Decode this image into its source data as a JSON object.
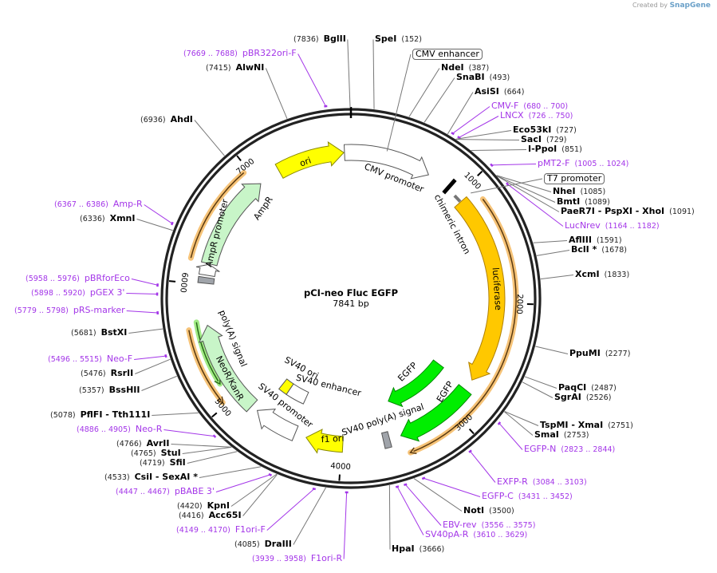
{
  "credit": {
    "prefix": "Created by",
    "brand": "SnapGene"
  },
  "plasmid": {
    "name": "pCI-neo Fluc EGFP",
    "length_label": "7841 bp",
    "length": 7841
  },
  "ticks": [
    "1000",
    "2000",
    "3000",
    "4000",
    "5000",
    "6000",
    "7000"
  ],
  "boxed_labels": [
    {
      "name": "CMV enhancer",
      "pos": 300
    },
    {
      "name": "T7 promoter",
      "pos": 1060
    }
  ],
  "labels": [
    {
      "name": "SpeI",
      "coord": "(152)",
      "pos": 152,
      "type": "enzyme"
    },
    {
      "name": "NdeI",
      "coord": "(387)",
      "pos": 387,
      "type": "enzyme"
    },
    {
      "name": "SnaBI",
      "coord": "(493)",
      "pos": 493,
      "type": "enzyme"
    },
    {
      "name": "AsiSI",
      "coord": "(664)",
      "pos": 664,
      "type": "enzyme"
    },
    {
      "name": "CMV-F",
      "coord": "(680 .. 700)",
      "pos": 690,
      "type": "primer"
    },
    {
      "name": "LNCX",
      "coord": "(726 .. 750)",
      "pos": 738,
      "type": "primer"
    },
    {
      "name": "Eco53kI",
      "coord": "(727)",
      "pos": 727,
      "type": "enzyme"
    },
    {
      "name": "SacI",
      "coord": "(729)",
      "pos": 729,
      "type": "enzyme"
    },
    {
      "name": "I-PpoI",
      "coord": "(851)",
      "pos": 851,
      "type": "enzyme"
    },
    {
      "name": "pMT2-F",
      "coord": "(1005 .. 1024)",
      "pos": 1014,
      "type": "primer"
    },
    {
      "name": "NheI",
      "coord": "(1085)",
      "pos": 1085,
      "type": "enzyme"
    },
    {
      "name": "BmtI",
      "coord": "(1089)",
      "pos": 1089,
      "type": "enzyme"
    },
    {
      "name": "PaeR7I  - PspXI  - XhoI",
      "coord": "(1091)",
      "pos": 1091,
      "type": "enzyme"
    },
    {
      "name": "LucNrev",
      "coord": "(1164 .. 1182)",
      "pos": 1173,
      "type": "primer"
    },
    {
      "name": "AflIII",
      "coord": "(1591)",
      "pos": 1591,
      "type": "enzyme"
    },
    {
      "name": "BclI *",
      "coord": "(1678)",
      "pos": 1678,
      "type": "enzyme"
    },
    {
      "name": "XcmI",
      "coord": "(1833)",
      "pos": 1833,
      "type": "enzyme"
    },
    {
      "name": "PpuMI",
      "coord": "(2277)",
      "pos": 2277,
      "type": "enzyme"
    },
    {
      "name": "PaqCI",
      "coord": "(2487)",
      "pos": 2487,
      "type": "enzyme"
    },
    {
      "name": "SgrAI",
      "coord": "(2526)",
      "pos": 2526,
      "type": "enzyme"
    },
    {
      "name": "TspMI  - XmaI",
      "coord": "(2751)",
      "pos": 2751,
      "type": "enzyme"
    },
    {
      "name": "SmaI",
      "coord": "(2753)",
      "pos": 2753,
      "type": "enzyme"
    },
    {
      "name": "EGFP-N",
      "coord": "(2823 .. 2844)",
      "pos": 2833,
      "type": "primer"
    },
    {
      "name": "EXFP-R",
      "coord": "(3084 .. 3103)",
      "pos": 3093,
      "type": "primer"
    },
    {
      "name": "EGFP-C",
      "coord": "(3431 .. 3452)",
      "pos": 3441,
      "type": "primer"
    },
    {
      "name": "NotI",
      "coord": "(3500)",
      "pos": 3500,
      "type": "enzyme"
    },
    {
      "name": "EBV-rev",
      "coord": "(3556 .. 3575)",
      "pos": 3565,
      "type": "primer"
    },
    {
      "name": "SV40pA-R",
      "coord": "(3610 .. 3629)",
      "pos": 3619,
      "type": "primer"
    },
    {
      "name": "HpaI",
      "coord": "(3666)",
      "pos": 3666,
      "type": "enzyme"
    },
    {
      "name": "F1ori-R",
      "coord": "(3939 .. 3958)",
      "pos": 3948,
      "type": "primer"
    },
    {
      "name": "DraIII",
      "coord": "(4085)",
      "pos": 4085,
      "type": "enzyme"
    },
    {
      "name": "F1ori-F",
      "coord": "(4149 .. 4170)",
      "pos": 4159,
      "type": "primer"
    },
    {
      "name": "Acc65I",
      "coord": "(4416)",
      "pos": 4416,
      "type": "enzyme"
    },
    {
      "name": "KpnI",
      "coord": "(4420)",
      "pos": 4420,
      "type": "enzyme"
    },
    {
      "name": "pBABE 3'",
      "coord": "(4447 .. 4467)",
      "pos": 4457,
      "type": "primer"
    },
    {
      "name": "CsiI  - SexAI *",
      "coord": "(4533)",
      "pos": 4533,
      "type": "enzyme"
    },
    {
      "name": "SfiI",
      "coord": "(4719)",
      "pos": 4719,
      "type": "enzyme"
    },
    {
      "name": "StuI",
      "coord": "(4765)",
      "pos": 4765,
      "type": "enzyme"
    },
    {
      "name": "AvrII",
      "coord": "(4766)",
      "pos": 4766,
      "type": "enzyme"
    },
    {
      "name": "Neo-R",
      "coord": "(4886 .. 4905)",
      "pos": 4895,
      "type": "primer"
    },
    {
      "name": "PflFI  - Tth111I",
      "coord": "(5078)",
      "pos": 5078,
      "type": "enzyme"
    },
    {
      "name": "BssHII",
      "coord": "(5357)",
      "pos": 5357,
      "type": "enzyme"
    },
    {
      "name": "RsrII",
      "coord": "(5476)",
      "pos": 5476,
      "type": "enzyme"
    },
    {
      "name": "Neo-F",
      "coord": "(5496 .. 5515)",
      "pos": 5505,
      "type": "primer"
    },
    {
      "name": "BstXI",
      "coord": "(5681)",
      "pos": 5681,
      "type": "enzyme"
    },
    {
      "name": "pRS-marker",
      "coord": "(5779 .. 5798)",
      "pos": 5788,
      "type": "primer"
    },
    {
      "name": "pGEX 3'",
      "coord": "(5898 .. 5920)",
      "pos": 5909,
      "type": "primer"
    },
    {
      "name": "pBRforEco",
      "coord": "(5958 .. 5976)",
      "pos": 5967,
      "type": "primer"
    },
    {
      "name": "XmnI",
      "coord": "(6336)",
      "pos": 6336,
      "type": "enzyme"
    },
    {
      "name": "Amp-R",
      "coord": "(6367 .. 6386)",
      "pos": 6376,
      "type": "primer"
    },
    {
      "name": "AhdI",
      "coord": "(6936)",
      "pos": 6936,
      "type": "enzyme"
    },
    {
      "name": "AlwNI",
      "coord": "(7415)",
      "pos": 7415,
      "type": "enzyme"
    },
    {
      "name": "pBR322ori-F",
      "coord": "(7669 .. 7688)",
      "pos": 7678,
      "type": "primer"
    },
    {
      "name": "BglII",
      "coord": "(7836)",
      "pos": 7836,
      "type": "enzyme"
    }
  ],
  "features": [
    {
      "name": "CMV promoter",
      "start": 7786,
      "end": 700,
      "dir": "cw",
      "fill": "#ffffff",
      "stroke": "#555555",
      "track": "main",
      "shape": "arrow"
    },
    {
      "name": "ori",
      "start": 7200,
      "end": 7780,
      "dir": "cw",
      "fill": "#ffff00",
      "stroke": "#888800",
      "track": "main",
      "shape": "arrow"
    },
    {
      "name": "luciferase",
      "start": 1060,
      "end": 2700,
      "dir": "cw",
      "fill": "#ffc800",
      "stroke": "#b08000",
      "track": "main",
      "shape": "arrow"
    },
    {
      "name": "EGFP",
      "start": 2800,
      "end": 3485,
      "dir": "cw",
      "fill": "#00ee00",
      "stroke": "#008800",
      "track": "main",
      "shape": "arrow"
    },
    {
      "name": "EGFP",
      "start": 2760,
      "end": 3485,
      "dir": "cw",
      "fill": "#00ee00",
      "stroke": "#008800",
      "track": "inner",
      "shape": "arrow"
    },
    {
      "name": "SV40 poly(A) signal",
      "start": 3585,
      "end": 3640,
      "dir": "none",
      "fill": "#a0a4aa",
      "stroke": "#555555",
      "track": "main",
      "shape": "box"
    },
    {
      "name": "f1 ori",
      "start": 3990,
      "end": 4310,
      "dir": "cw",
      "fill": "#ffff00",
      "stroke": "#888800",
      "track": "main",
      "shape": "arrow"
    },
    {
      "name": "SV40 promoter",
      "start": 4410,
      "end": 4790,
      "dir": "cw",
      "fill": "#ffffff",
      "stroke": "#555555",
      "track": "main",
      "shape": "arrow"
    },
    {
      "name": "SV40 enhancer",
      "start": 4450,
      "end": 4660,
      "dir": "none",
      "fill": "#ffffff",
      "stroke": "#555555",
      "track": "inner",
      "shape": "box"
    },
    {
      "name": "SV40 ori",
      "start": 4660,
      "end": 4760,
      "dir": "none",
      "fill": "#ffff00",
      "stroke": "#555555",
      "track": "inner",
      "shape": "box"
    },
    {
      "name": "NeoR/KanR",
      "start": 4850,
      "end": 5650,
      "dir": "cw",
      "fill": "#c8f5c8",
      "stroke": "#555555",
      "track": "main",
      "shape": "arrow"
    },
    {
      "name": "poly(A) signal",
      "start": 6010,
      "end": 6060,
      "dir": "none",
      "fill": "#a0a4aa",
      "stroke": "#555555",
      "track": "main",
      "shape": "box"
    },
    {
      "name": "AmpR promoter",
      "start": 6080,
      "end": 6175,
      "dir": "cw",
      "fill": "#ffffff",
      "stroke": "#555555",
      "track": "main",
      "shape": "arrow"
    },
    {
      "name": "AmpR",
      "start": 6180,
      "end": 7010,
      "dir": "cw",
      "fill": "#c8f5c8",
      "stroke": "#555555",
      "track": "main",
      "shape": "arrow"
    }
  ],
  "highlight_arcs": [
    {
      "start": 1155,
      "end": 3460,
      "dir": "cw",
      "color": "#f5b860"
    },
    {
      "start": 5030,
      "end": 5640,
      "dir": "ccw",
      "color": "#f5b860"
    },
    {
      "start": 6190,
      "end": 6960,
      "dir": "none",
      "color": "#f5b860"
    },
    {
      "start": 5160,
      "end": 5690,
      "dir": "ccw",
      "color": "#90e870"
    }
  ],
  "feature_text": [
    "CMV promoter",
    "ori",
    "chimeric intron",
    "luciferase",
    "EGFP",
    "EGFP",
    "SV40 poly(A) signal",
    "f1 ori",
    "SV40 promoter",
    "SV40 ori",
    "SV40 enhancer",
    "NeoR/KanR",
    "poly(A) signal",
    "AmpR promoter",
    "AmpR"
  ],
  "colors": {
    "primer": "#a335e8",
    "ring": "#222222",
    "enzyme_line": "#777777"
  }
}
